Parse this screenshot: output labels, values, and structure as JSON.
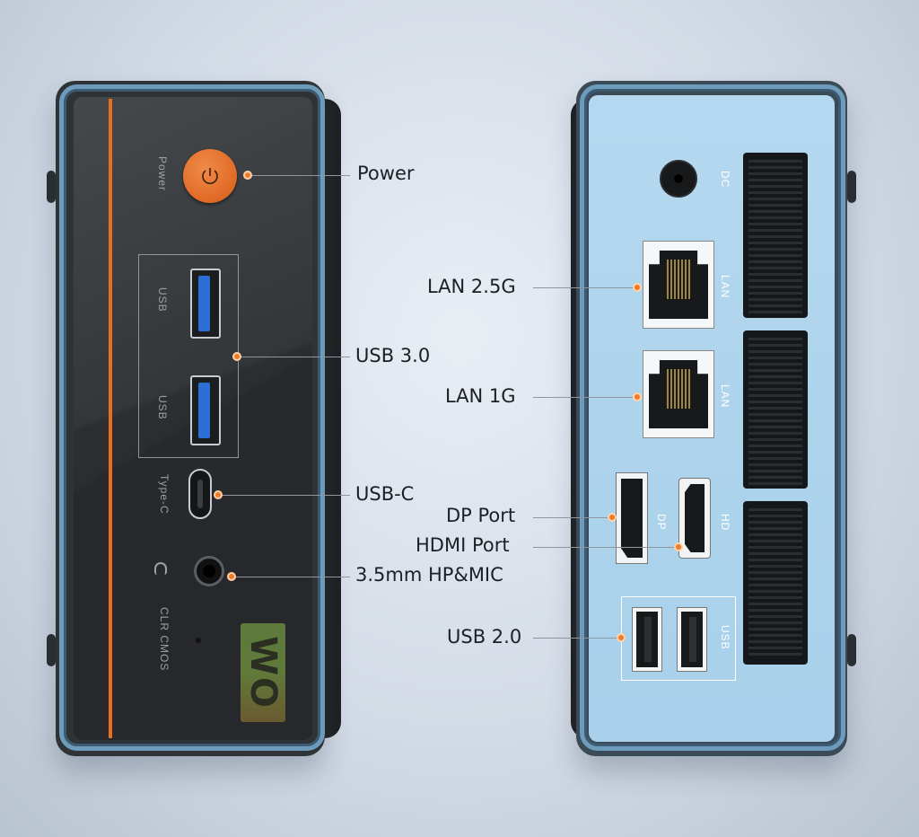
{
  "front": {
    "side_labels": {
      "power": "Power",
      "usb_top": "USB",
      "usb_bottom": "USB",
      "typec": "Type-C",
      "clr_cmos": "CLR CMOS"
    },
    "logo": "WO",
    "colors": {
      "accent": "#e8701c",
      "frame": "#6d9bbc",
      "usb3_tongue": "#2b6ed4"
    }
  },
  "back": {
    "side_labels": {
      "dc": "DC",
      "lan_top": "LAN",
      "lan_bottom": "LAN",
      "dp": "DP",
      "hd": "HD",
      "usb": "USB"
    },
    "colors": {
      "panel": "#b4d8ef"
    }
  },
  "callouts": {
    "power": "Power",
    "usb3": "USB 3.0",
    "usbc": "USB-C",
    "audio": "3.5mm HP&MIC",
    "lan25": "LAN 2.5G",
    "lan1": "LAN 1G",
    "dp": "DP Port",
    "hdmi": "HDMI Port",
    "usb2": "USB 2.0"
  }
}
